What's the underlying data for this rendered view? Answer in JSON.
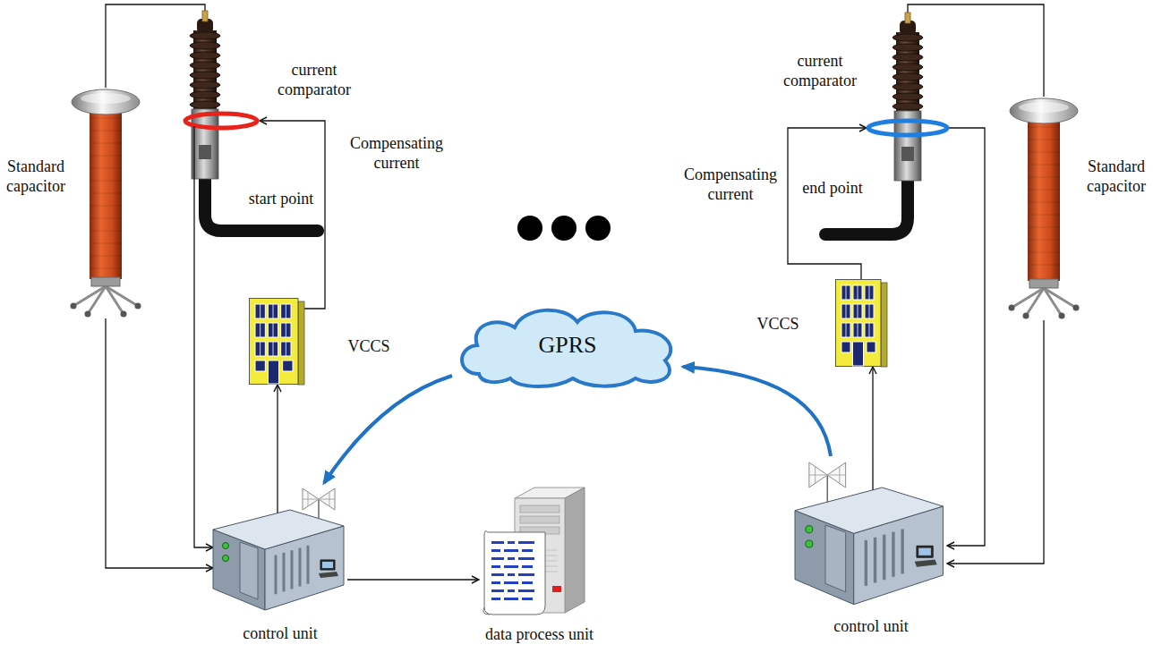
{
  "diagram": {
    "nodes": [
      {
        "text": [
          "Standard capacitor"
        ]
      },
      {
        "text": [
          "current comparator"
        ]
      },
      {
        "text": [
          "VCCS"
        ]
      },
      {
        "text": [
          "control unit"
        ]
      },
      {
        "text": [
          "data process unit"
        ]
      },
      {
        "text": [
          "GPRS"
        ]
      },
      {
        "text": [
          "current comparator"
        ]
      },
      {
        "text": [
          "Standard capacitor"
        ]
      },
      {
        "text": [
          "VCCS"
        ]
      },
      {
        "text": [
          "control unit"
        ]
      }
    ],
    "edges": [
      {
        "from": 0,
        "to": 1,
        "arrow": "none"
      },
      {
        "from": 0,
        "to": 3,
        "arrow": "to"
      },
      {
        "from": 1,
        "to": 3,
        "arrow": "to"
      },
      {
        "from": 3,
        "to": 2,
        "arrow": "to"
      },
      {
        "from": 2,
        "to": 1,
        "arrow": "to"
      },
      {
        "from": 3,
        "to": 4,
        "arrow": "to"
      },
      {
        "from": 5,
        "to": 3,
        "arrow": "to"
      },
      {
        "from": 9,
        "to": 5,
        "arrow": "to"
      },
      {
        "from": 6,
        "to": 7,
        "arrow": "none"
      },
      {
        "from": 9,
        "to": 8,
        "arrow": "to"
      },
      {
        "from": 8,
        "to": 6,
        "arrow": "to"
      },
      {
        "from": 6,
        "to": 9,
        "arrow": "to"
      },
      {
        "from": 7,
        "to": 9,
        "arrow": "to"
      }
    ],
    "labels": [
      "start point",
      "Compensating current",
      "end point",
      "Compensating current"
    ]
  }
}
